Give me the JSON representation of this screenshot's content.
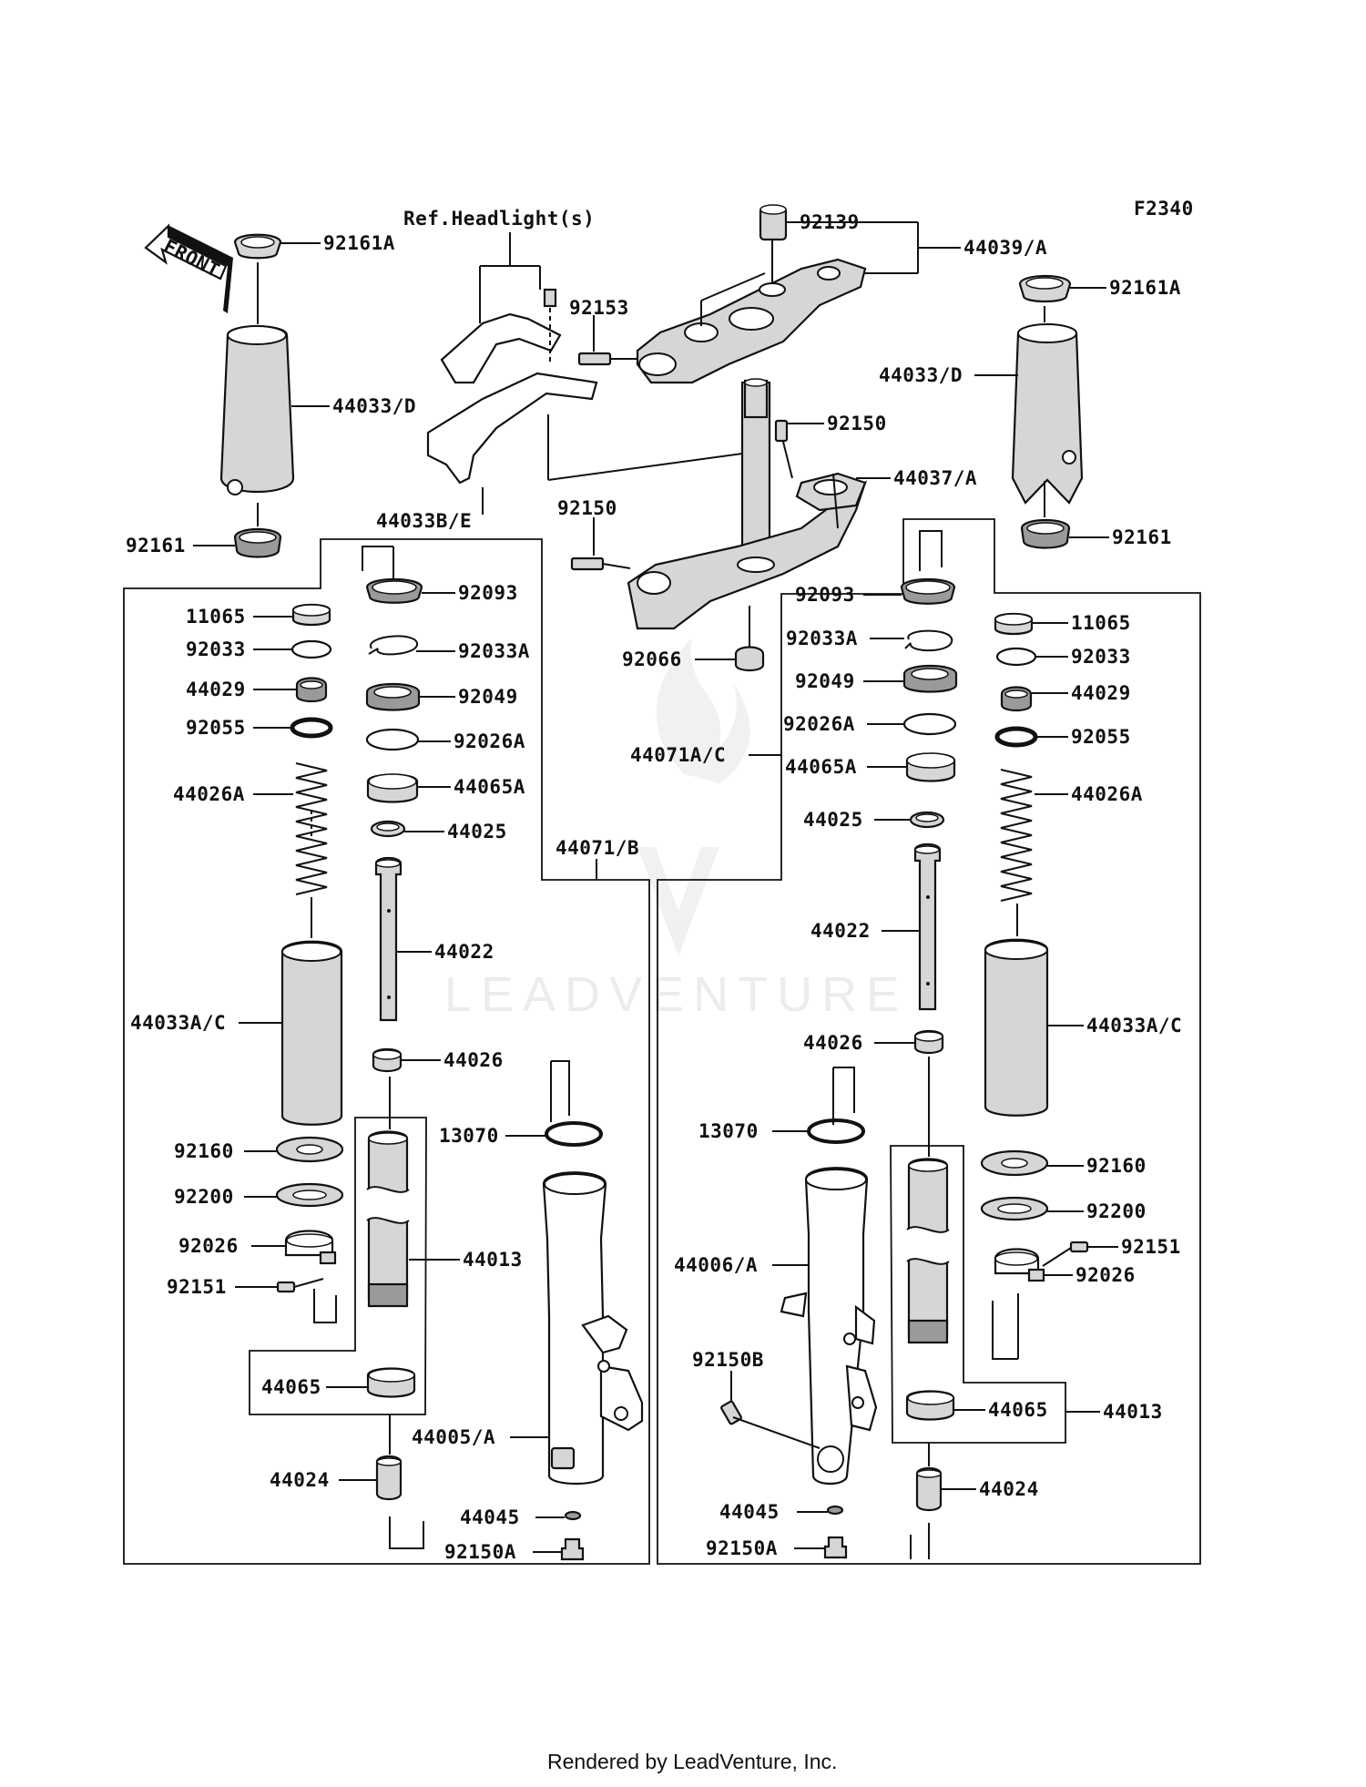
{
  "diagram_code": "F2340",
  "front_arrow": "FRONT",
  "headlight_ref": "Ref.Headlight(s)",
  "watermark": "LEADVENTURE",
  "footer": "Rendered by LeadVenture, Inc.",
  "labels": {
    "l92161A_a": "92161A",
    "l44033D_a": "44033/D",
    "l92161_a": "92161",
    "l92153": "92153",
    "l92139": "92139",
    "l44039A": "44039/A",
    "l92161A_b": "92161A",
    "l44033D_b": "44033/D",
    "l92161_b": "92161",
    "l92150_a": "92150",
    "l44037A": "44037/A",
    "l92150_b": "92150",
    "l44033BE": "44033B/E",
    "l92066": "92066",
    "l44071AC": "44071A/C",
    "l44071B": "44071/B",
    "l_11065_a": "11065",
    "l_92033_a": "92033",
    "l_44029_a": "44029",
    "l_92055_a": "92055",
    "l_44026A_a": "44026A",
    "l_44033AC_a": "44033A/C",
    "l_92160_a": "92160",
    "l_92200_a": "92200",
    "l_92026_a": "92026",
    "l_92151_a": "92151",
    "l_44065_a": "44065",
    "l_44024_a": "44024",
    "l_92093_a": "92093",
    "l_92033A_a": "92033A",
    "l_92049_a": "92049",
    "l_92026A_a": "92026A",
    "l_44065A_a": "44065A",
    "l_44025_a": "44025",
    "l_44022_a": "44022",
    "l_44026_a": "44026",
    "l_13070_a": "13070",
    "l_44013_a": "44013",
    "l_44005A": "44005/A",
    "l_44045_a": "44045",
    "l_92150A_a": "92150A",
    "l_92093_b": "92093",
    "l_92033A_b": "92033A",
    "l_92049_b": "92049",
    "l_92026A_b": "92026A",
    "l_44065A_b": "44065A",
    "l_44025_b": "44025",
    "l_44022_b": "44022",
    "l_44026_b": "44026",
    "l_13070_b": "13070",
    "l_44006A": "44006/A",
    "l_92150B": "92150B",
    "l_44045_b": "44045",
    "l_92150A_b": "92150A",
    "l_11065_b": "11065",
    "l_92033_b": "92033",
    "l_44029_b": "44029",
    "l_92055_b": "92055",
    "l_44026A_b": "44026A",
    "l_44033AC_b": "44033A/C",
    "l_92160_b": "92160",
    "l_92200_b": "92200",
    "l_92151_b": "92151",
    "l_92026_b": "92026",
    "l_44065_b": "44065",
    "l_44013_b": "44013",
    "l_44024_b": "44024"
  }
}
